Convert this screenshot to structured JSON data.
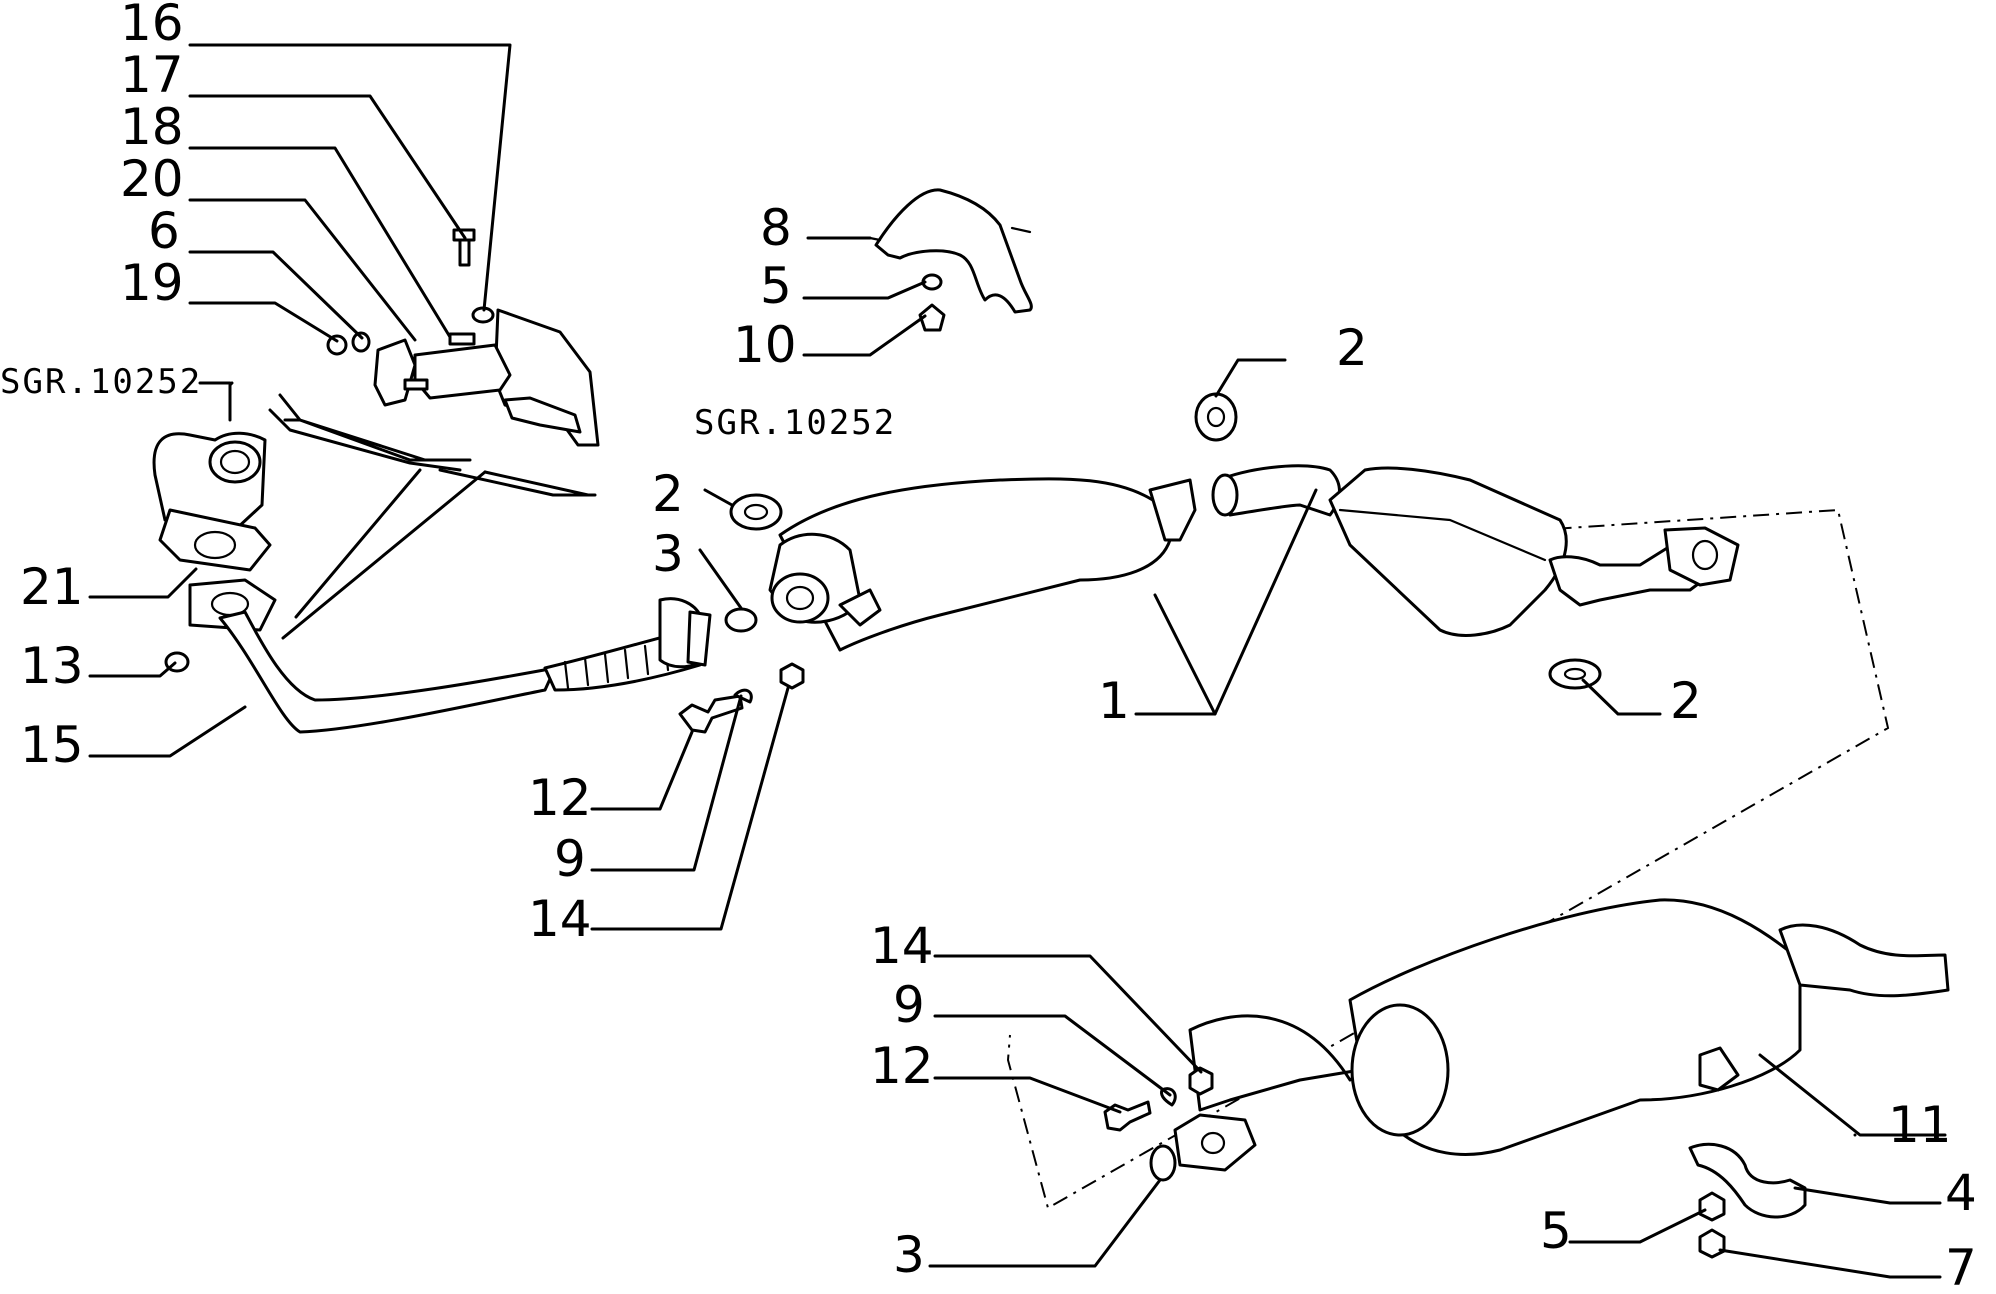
{
  "callouts": {
    "c16": "16",
    "c17": "17",
    "c18": "18",
    "c20": "20",
    "c6": "6",
    "c19": "19",
    "c8": "8",
    "c5_top": "5",
    "c10": "10",
    "c2_top": "2",
    "c2_left": "2",
    "c3_left": "3",
    "c21": "21",
    "c13": "13",
    "c15": "15",
    "c1": "1",
    "c2_right": "2",
    "c12_left": "12",
    "c9_left": "9",
    "c14_left": "14",
    "c14_right": "14",
    "c9_right": "9",
    "c12_right": "12",
    "c11": "11",
    "c4": "4",
    "c5_bottom": "5",
    "c3_bottom": "3",
    "c7": "7"
  },
  "references": {
    "sgr_left": "SGR.10252",
    "sgr_right": "SGR.10252"
  },
  "colors": {
    "ink": "#000000",
    "paper": "#ffffff"
  }
}
